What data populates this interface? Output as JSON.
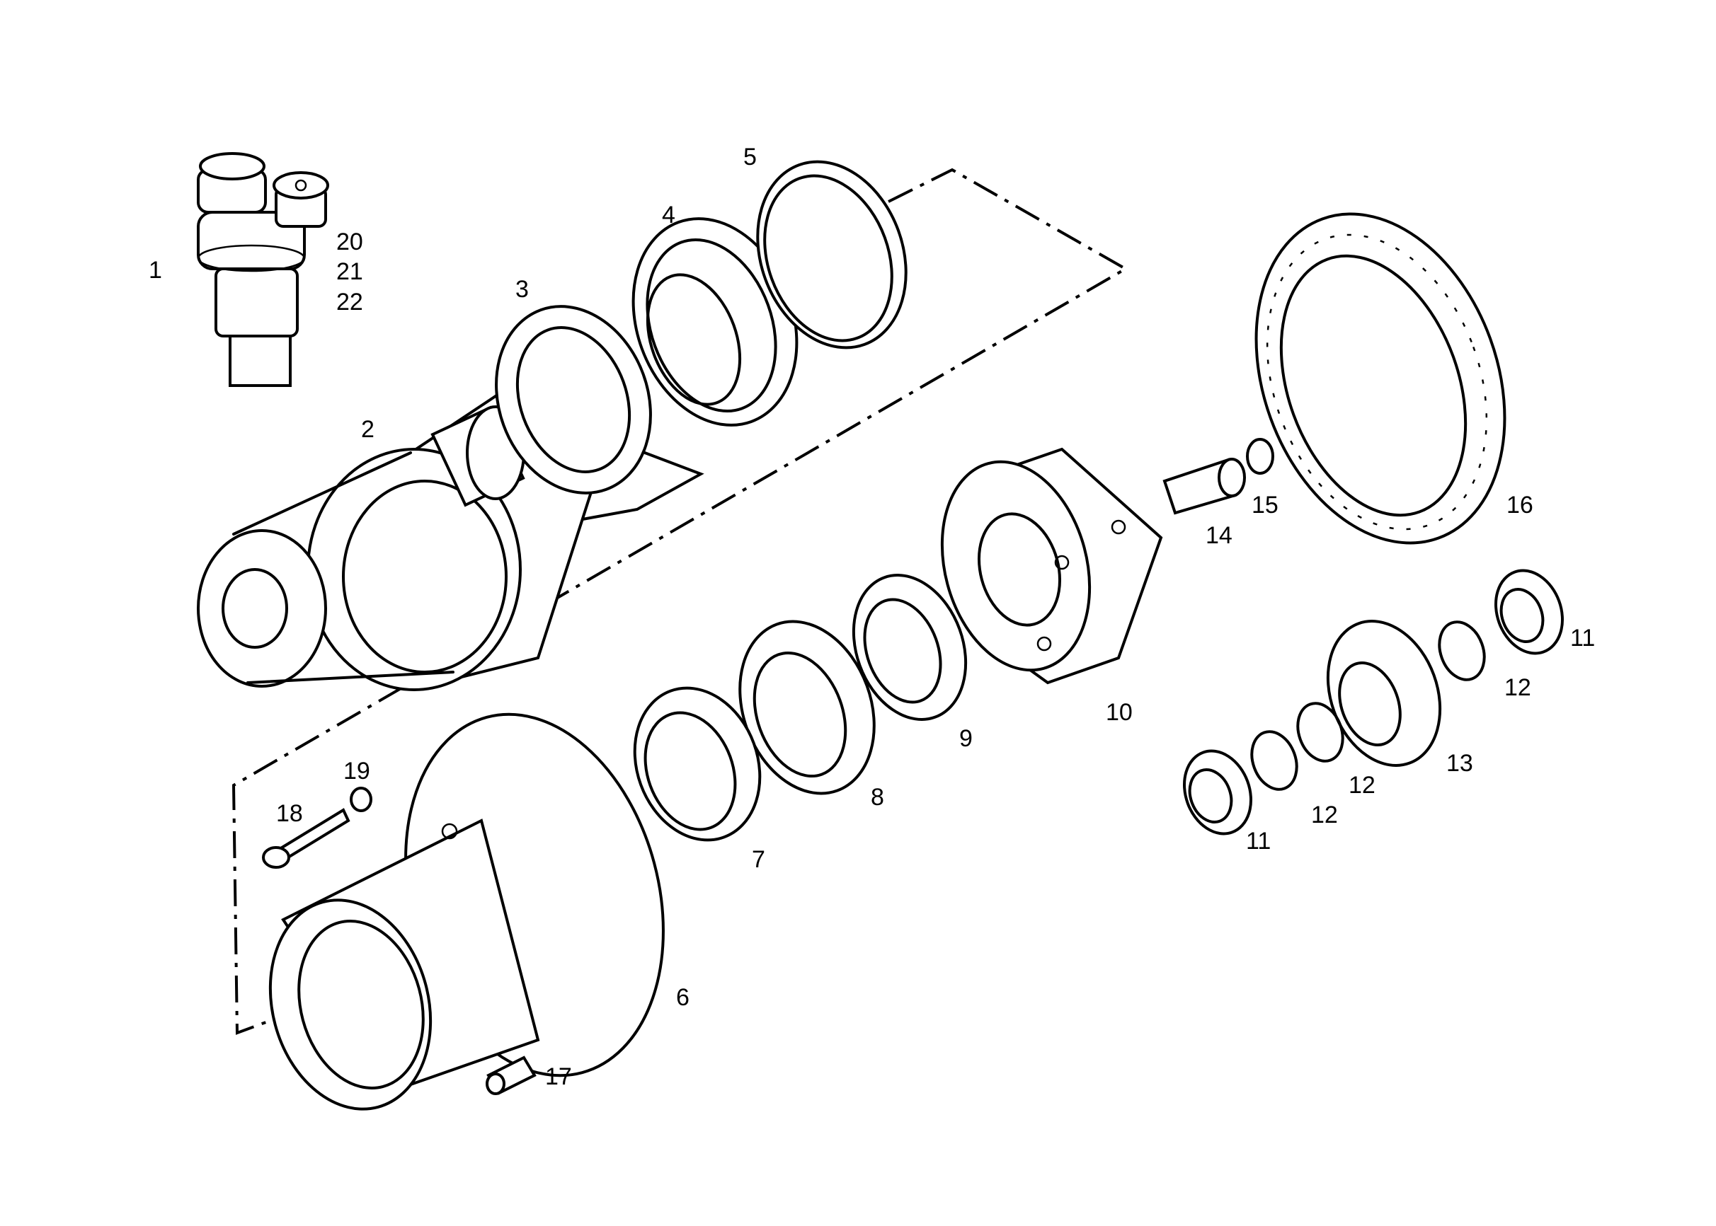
{
  "labels": {
    "p1": "1",
    "p2": "2",
    "p3": "3",
    "p4": "4",
    "p5": "5",
    "p6": "6",
    "p7": "7",
    "p8": "8",
    "p9": "9",
    "p10": "10",
    "p11a": "11",
    "p11b": "11",
    "p12a": "12",
    "p12b": "12",
    "p12c": "12",
    "p13": "13",
    "p14": "14",
    "p15": "15",
    "p16": "16",
    "p17": "17",
    "p18": "18",
    "p19": "19",
    "p20": "20",
    "p21": "21",
    "p22": "22"
  }
}
